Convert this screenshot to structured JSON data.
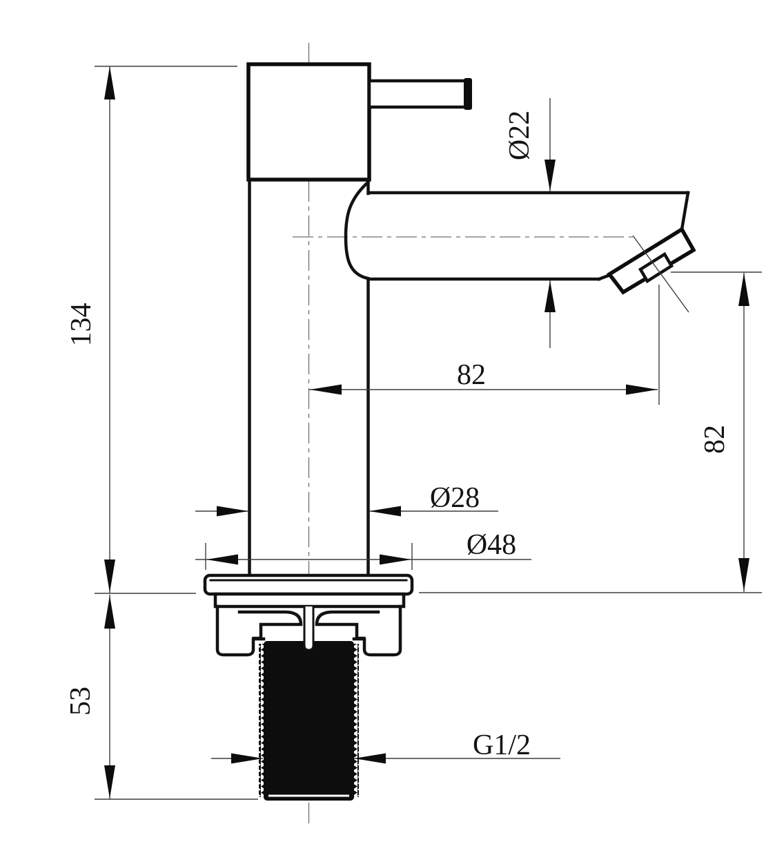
{
  "title": "Basin tap technical drawing",
  "palette": {
    "background": "#ffffff",
    "outline": "#121212",
    "dimension_lines": "#3d3d3d",
    "centerline": "#6e6e6e",
    "text": "#141414"
  },
  "dims": {
    "overall_height": "134",
    "shank_length": "53",
    "spout_diameter": "Ø22",
    "spout_reach": "82",
    "outlet_height": "82",
    "body_diameter": "Ø28",
    "base_diameter": "Ø48",
    "thread_size": "G1/2"
  }
}
